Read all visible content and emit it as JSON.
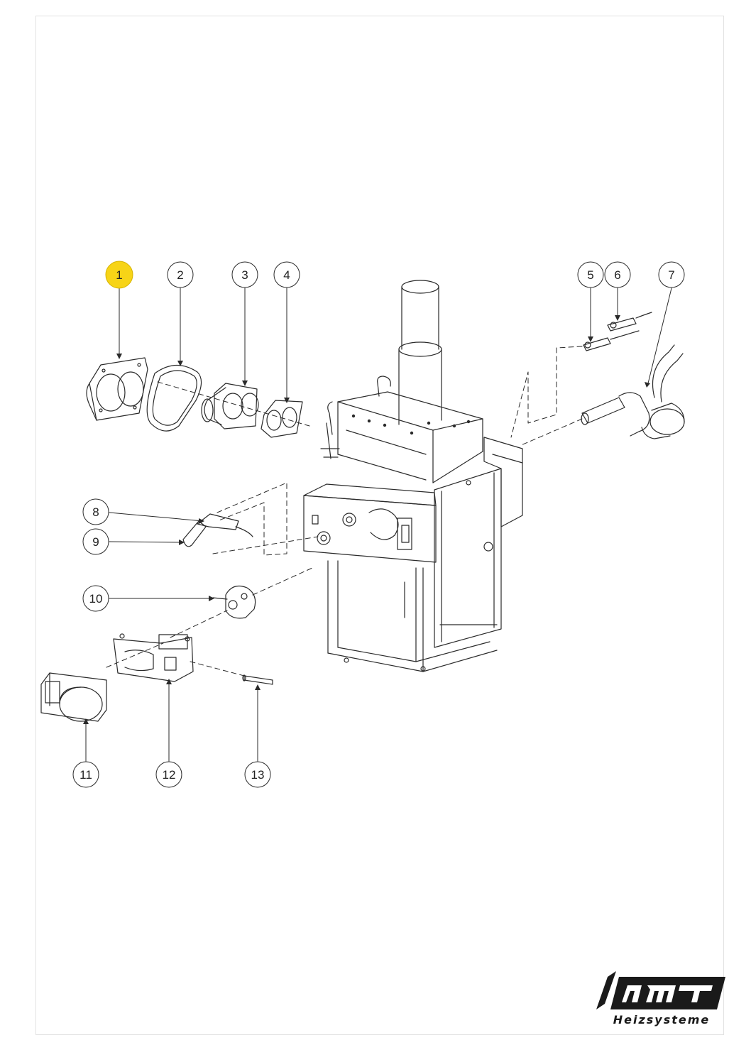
{
  "callouts": [
    {
      "id": "1",
      "label": "1",
      "highlight": true
    },
    {
      "id": "2",
      "label": "2"
    },
    {
      "id": "3",
      "label": "3"
    },
    {
      "id": "4",
      "label": "4"
    },
    {
      "id": "5",
      "label": "5"
    },
    {
      "id": "6",
      "label": "6"
    },
    {
      "id": "7",
      "label": "7"
    },
    {
      "id": "8",
      "label": "8"
    },
    {
      "id": "9",
      "label": "9"
    },
    {
      "id": "10",
      "label": "10"
    },
    {
      "id": "11",
      "label": "11"
    },
    {
      "id": "12",
      "label": "12"
    },
    {
      "id": "13",
      "label": "13"
    }
  ],
  "logo": {
    "brand_text": "NMT",
    "subtitle": "Heizsysteme"
  },
  "colors": {
    "line": "#2a2a2a",
    "highlight": "#f7d417",
    "logo": "#1a1a1a"
  }
}
